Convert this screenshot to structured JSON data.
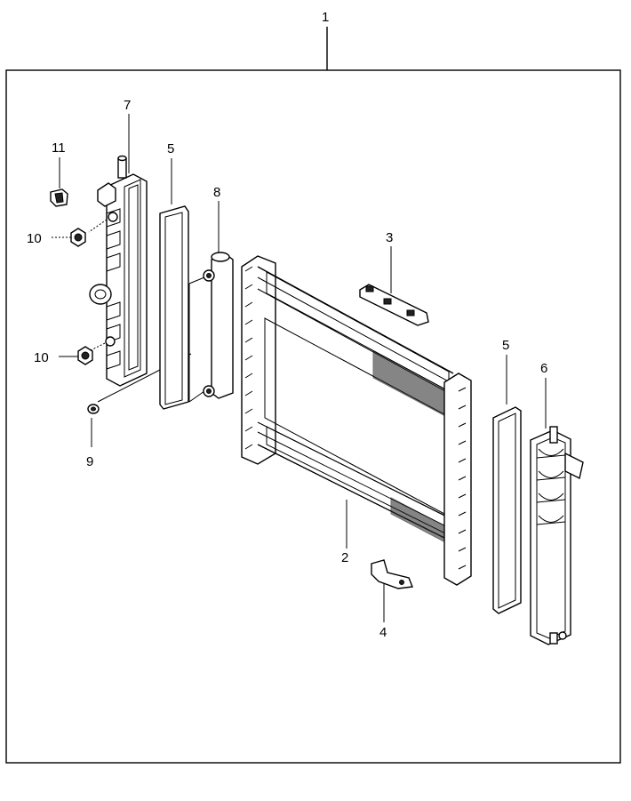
{
  "callouts": {
    "c1": "1",
    "c2": "2",
    "c3": "3",
    "c4": "4",
    "c5a": "5",
    "c5b": "5",
    "c6": "6",
    "c7": "7",
    "c8": "8",
    "c9": "9",
    "c10a": "10",
    "c10b": "10",
    "c11": "11"
  }
}
